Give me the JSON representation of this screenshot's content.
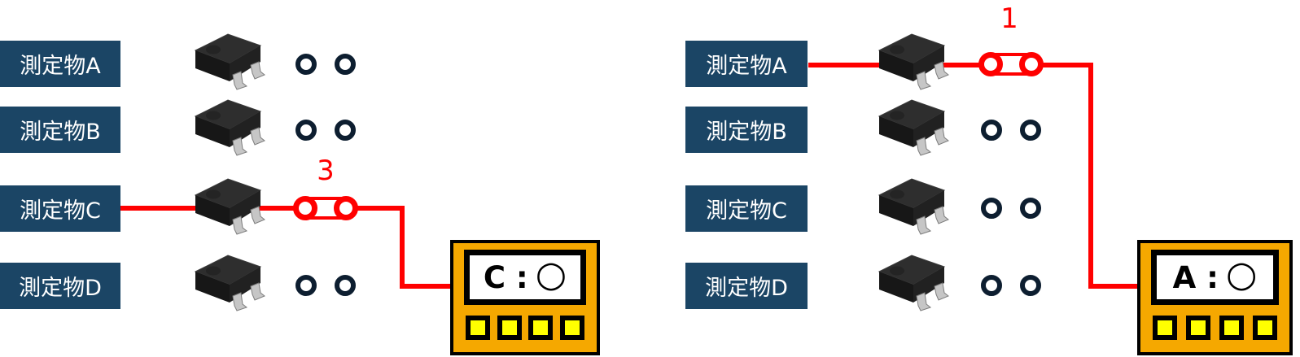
{
  "colors": {
    "background": "#FFFFFF",
    "label_box": "#1B4565",
    "label_text": "#FFFFFF",
    "wire_highlight": "#FF0000",
    "connector_ring": "#0D1E30",
    "connector_fill": "#FFFFFF",
    "device_body": "#F5A800",
    "device_border": "#000000",
    "device_display_bg": "#FFFFFF",
    "device_button": "#FFFF00"
  },
  "left_diagram": {
    "rows": [
      {
        "label": "測定物A"
      },
      {
        "label": "測定物B"
      },
      {
        "label": "測定物C"
      },
      {
        "label": "測定物D"
      }
    ],
    "highlighted_row": "測定物C",
    "step_number": "3",
    "device": {
      "display_text": "C :",
      "display_symbol": "○"
    }
  },
  "right_diagram": {
    "rows": [
      {
        "label": "測定物A"
      },
      {
        "label": "測定物B"
      },
      {
        "label": "測定物C"
      },
      {
        "label": "測定物D"
      }
    ],
    "highlighted_row": "測定物A",
    "step_number": "1",
    "device": {
      "display_text": "A :",
      "display_symbol": "○"
    }
  }
}
